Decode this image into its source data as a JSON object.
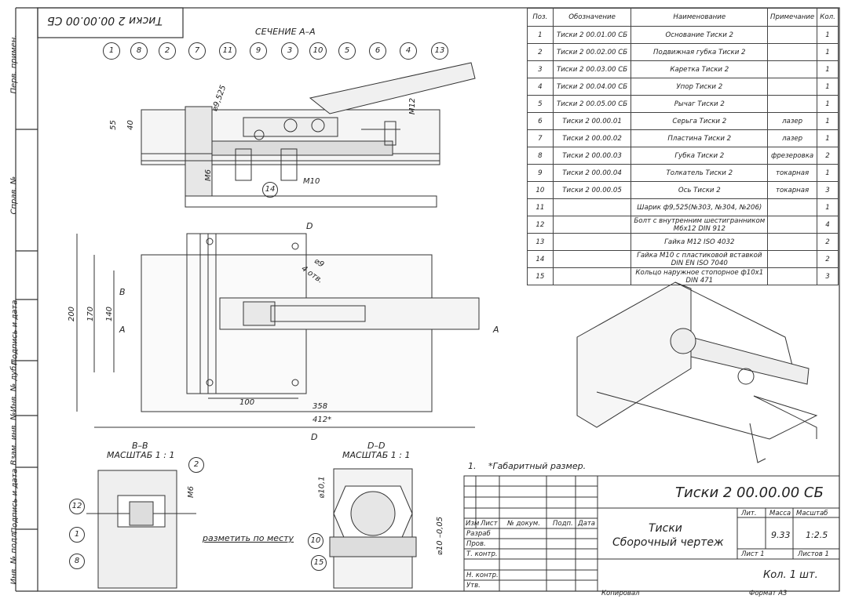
{
  "stamp_mirrored": "Тиски 2 00.00.00 СБ",
  "section_aa": "СЕЧЕНИЕ А–А",
  "balloons_top": [
    "1",
    "8",
    "2",
    "7",
    "11",
    "9",
    "3",
    "10",
    "5",
    "6",
    "4",
    "13"
  ],
  "balloon_14": "14",
  "dims_top": {
    "d55": "55",
    "d40": "40",
    "dball": "⌀9,525",
    "m12": "M12",
    "m6": "M6",
    "m10": "M10"
  },
  "dims_plan": {
    "d200": "200",
    "d170": "170",
    "d140": "140",
    "d100": "100",
    "d358": "358",
    "d412": "412*",
    "holes": "4 отв.",
    "hole_d": "⌀9"
  },
  "section_marks": {
    "b": "B",
    "a": "A",
    "d": "D"
  },
  "view_bb": {
    "title": "B–B",
    "scale": "МАСШТАБ 1 : 1",
    "b12": "12",
    "b1": "1",
    "b8": "8",
    "b2": "2",
    "m6": "M6",
    "note": "разметить по месту"
  },
  "view_dd": {
    "title": "D–D",
    "scale": "МАСШТАБ 1 : 1",
    "b10": "10",
    "b15": "15",
    "d101": "⌀10,1",
    "d10": "⌀10 –0,05"
  },
  "note": {
    "num": "1.",
    "text": "*Габаритный размер."
  },
  "left_strip": [
    "Перв. примен.",
    "Справ. №",
    "Подпись и дата",
    "Инв. № дубл.",
    "Взам. инв. №",
    "Подпись и дата",
    "Инв. № подл."
  ],
  "bom": {
    "headers": [
      "Поз.",
      "Обозначение",
      "Наименование",
      "Примечание",
      "Кол."
    ],
    "rows": [
      [
        "1",
        "Тиски 2 00.01.00 СБ",
        "Основание Тиски 2",
        "",
        "1"
      ],
      [
        "2",
        "Тиски 2 00.02.00 СБ",
        "Подвижная губка Тиски 2",
        "",
        "1"
      ],
      [
        "3",
        "Тиски 2 00.03.00 СБ",
        "Каретка Тиски 2",
        "",
        "1"
      ],
      [
        "4",
        "Тиски 2 00.04.00 СБ",
        "Упор Тиски 2",
        "",
        "1"
      ],
      [
        "5",
        "Тиски 2 00.05.00 СБ",
        "Рычаг Тиски 2",
        "",
        "1"
      ],
      [
        "6",
        "Тиски 2 00.00.01",
        "Серьга Тиски 2",
        "лазер",
        "1"
      ],
      [
        "7",
        "Тиски 2 00.00.02",
        "Пластина Тиски 2",
        "лазер",
        "1"
      ],
      [
        "8",
        "Тиски 2 00.00.03",
        "Губка Тиски 2",
        "фрезеровка",
        "2"
      ],
      [
        "9",
        "Тиски 2 00.00.04",
        "Толкатель Тиски 2",
        "токарная",
        "1"
      ],
      [
        "10",
        "Тиски 2 00.00.05",
        "Ось Тиски 2",
        "токарная",
        "3"
      ],
      [
        "11",
        "",
        "Шарик ф9,525(№303, №304, №206)",
        "",
        "1"
      ],
      [
        "12",
        "",
        "Болт с внутренним шестигранником М6х12 DIN 912",
        "",
        "4"
      ],
      [
        "13",
        "",
        "Гайка М12 ISO 4032",
        "",
        "2"
      ],
      [
        "14",
        "",
        "Гайка М10 с пластиковой вставкой DIN EN ISO 7040",
        "",
        "2"
      ],
      [
        "15",
        "",
        "Кольцо наружное стопорное ф10х1 DIN 471",
        "",
        "3"
      ]
    ]
  },
  "title_block": {
    "designation": "Тиски 2 00.00.00 СБ",
    "name1": "Тиски",
    "name2": "Сборочный чертеж",
    "cols": [
      "Изм",
      "Лист",
      "№ докум.",
      "Подп.",
      "Дата"
    ],
    "rows": [
      "Разраб",
      "Пров.",
      "Т. контр.",
      "",
      "Н. контр.",
      "Утв."
    ],
    "lit": "Лит.",
    "mass": "Масса",
    "scale_h": "Масштаб",
    "mass_val": "9.33",
    "scale_val": "1:2.5",
    "sheet": "Лист 1",
    "sheets": "Листов 1",
    "qty": "Кол. 1 шт.",
    "copied": "Копировал",
    "format": "Формат А3"
  }
}
